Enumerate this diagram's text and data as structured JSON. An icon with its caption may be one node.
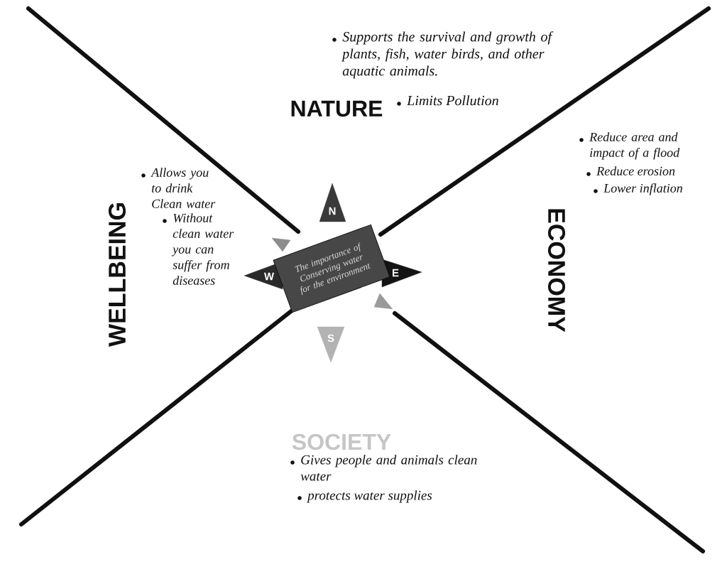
{
  "diagram": {
    "nodes": [
      {
        "text": [
          "N"
        ]
      },
      {
        "text": [],
        "shape": "triangle"
      },
      {
        "text": [
          "The importance of Conserving water for the environment"
        ]
      },
      {
        "text": [
          "W"
        ]
      },
      {
        "text": [
          "E"
        ]
      },
      {
        "text": [],
        "shape": "triangle"
      },
      {
        "text": [
          "S"
        ]
      }
    ],
    "labels": [
      "Supports the survival and growth of plants, fish, water birds, and other aquatic animals.",
      "NATURE",
      "Limits Pollution",
      "WELLBEING",
      "Allows you to drink Clean water",
      "Without clean water you can suffer from diseases",
      "ECONOMY",
      "Reduce area and impact of a flood",
      "Reduce erosion",
      "Lower inflation",
      "SOCIETY",
      "Gives people and animals clean water",
      "protects water supplies"
    ]
  }
}
